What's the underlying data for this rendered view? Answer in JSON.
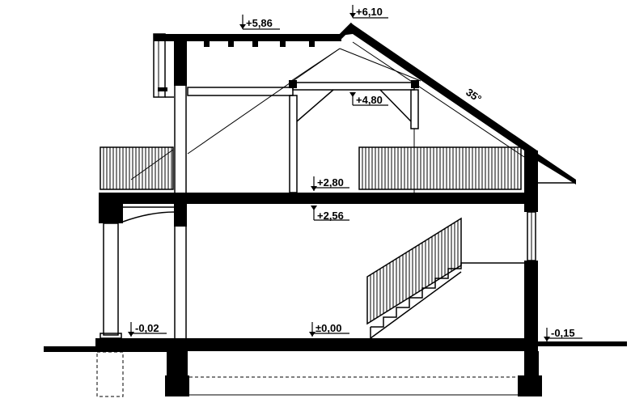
{
  "levels": {
    "ridge": "+6,10",
    "flat_roof": "+5,86",
    "beam": "+4,80",
    "first_floor": "+2,80",
    "ceiling": "+2,56",
    "ground_floor": "±0,00",
    "terrace_left": "-0,02",
    "terrain_right": "-0,15"
  },
  "roof_pitch": "35°"
}
